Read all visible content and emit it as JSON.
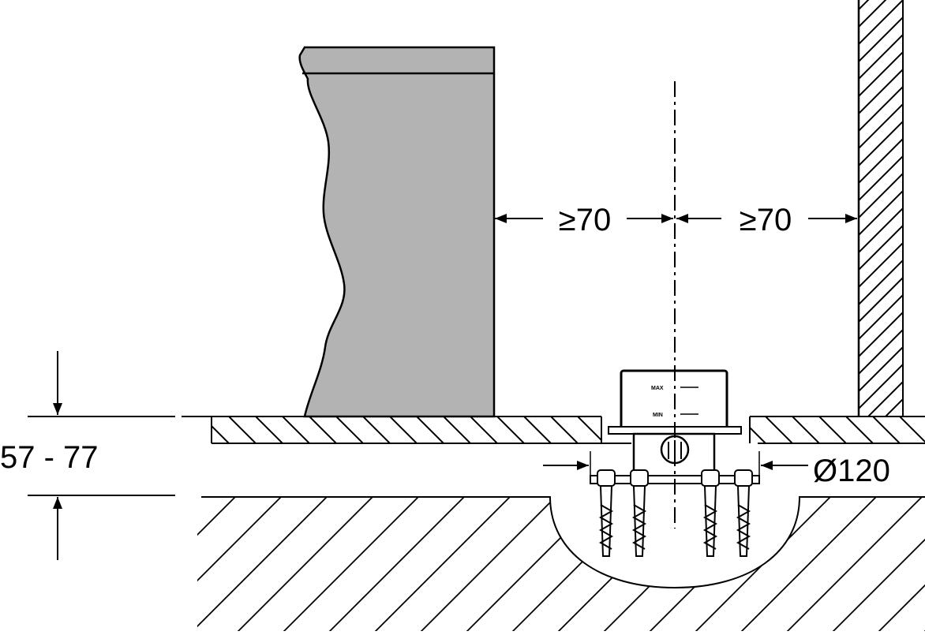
{
  "dimensions": {
    "clearance_left": "≥70",
    "clearance_right": "≥70",
    "recess_diameter": "Ø120",
    "floor_height_range": "57 - 77"
  },
  "box_markings": {
    "max": "MAX",
    "min": "MIN"
  },
  "colors": {
    "line": "#000000",
    "tub_fill": "#b3b3b3",
    "background": "#ffffff"
  }
}
